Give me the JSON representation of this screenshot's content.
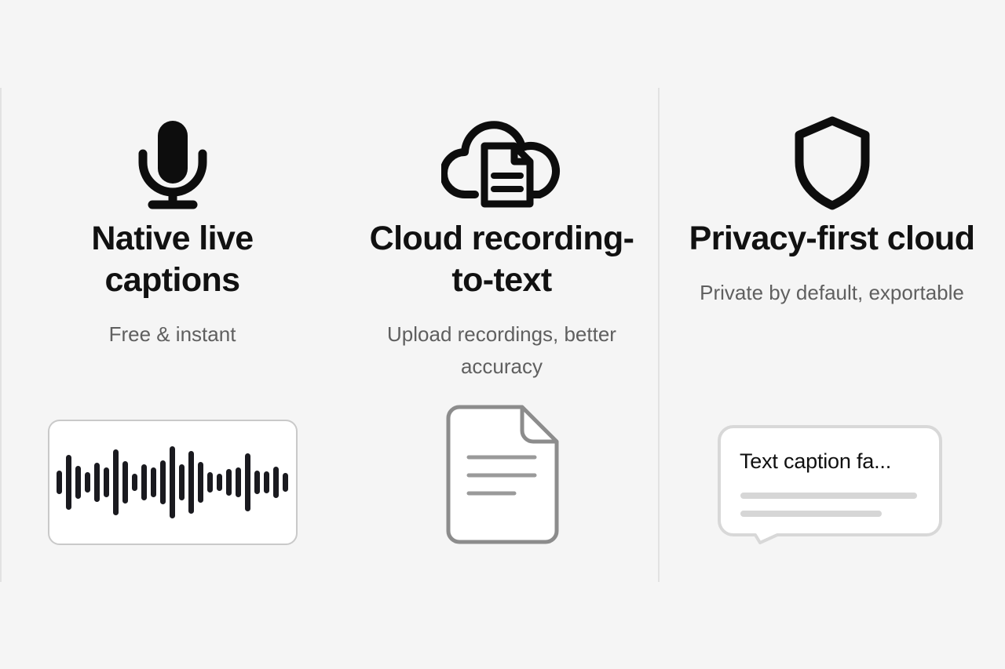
{
  "page": {
    "background_color": "#f5f5f5",
    "divider_color": "#e2e2e2",
    "title_color": "#111111",
    "subtitle_color": "#5f5f5f",
    "accent_color": "#1a1a1f"
  },
  "features": [
    {
      "icon": "microphone-icon",
      "title": "Native live captions",
      "subtitle": "Free & instant",
      "visual": "waveform-card"
    },
    {
      "icon": "cloud-document-icon",
      "title": "Cloud recording-to-text",
      "subtitle": "Upload recordings, better accuracy",
      "visual": "document-graphic"
    },
    {
      "icon": "shield-icon",
      "title": "Privacy-first cloud",
      "subtitle": "Private by default, exportable",
      "visual": "caption-bubble"
    }
  ],
  "waveform": {
    "bar_color": "#1a1a1f",
    "bar_count": 25,
    "bar_heights": [
      30,
      70,
      42,
      26,
      50,
      38,
      84,
      54,
      22,
      46,
      38,
      56,
      92,
      46,
      80,
      52,
      26,
      22,
      34,
      38,
      74,
      30,
      28,
      40,
      24
    ]
  },
  "document": {
    "line_color": "#9a9a9a",
    "border_color": "#8c8c8c",
    "fill_color": "#ffffff",
    "line_widths": [
      100,
      100,
      68
    ]
  },
  "bubble": {
    "text": "Text caption fa...",
    "border_color": "#d8d8d8",
    "fill_color": "#ffffff",
    "line_color": "#d6d6d6",
    "line_widths": [
      225,
      180
    ]
  }
}
